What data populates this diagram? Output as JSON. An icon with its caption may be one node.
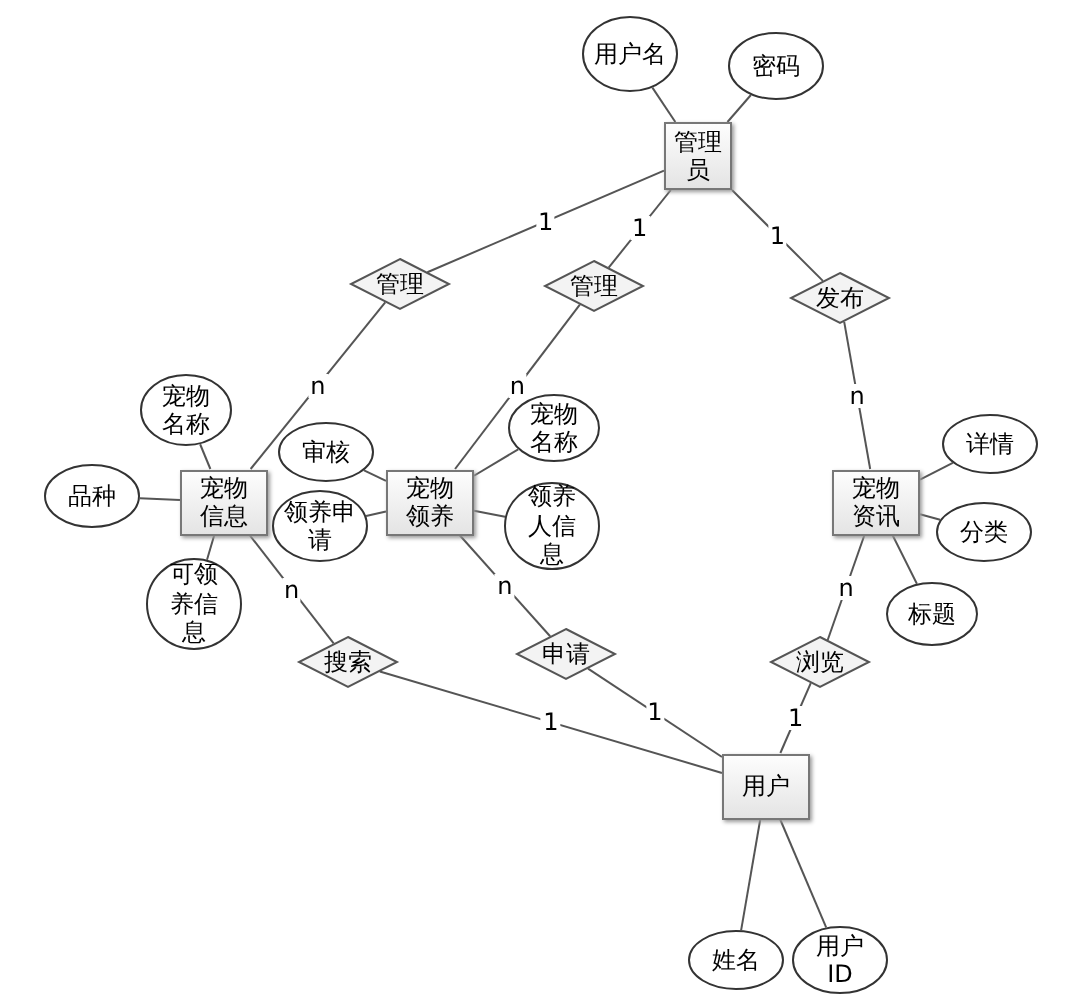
{
  "diagram": {
    "nodes": [
      {
        "text": [
          "用户名"
        ]
      },
      {
        "text": [
          "密码"
        ]
      },
      {
        "text": [
          "管理员"
        ]
      },
      {
        "text": [
          "管理"
        ]
      },
      {
        "text": [
          "管理"
        ]
      },
      {
        "text": [
          "发布"
        ]
      },
      {
        "text": [
          "宠物名称"
        ]
      },
      {
        "text": [
          "宠物信息"
        ]
      },
      {
        "text": [
          "审核"
        ]
      },
      {
        "text": [
          "宠物领养"
        ]
      },
      {
        "text": [
          "宠物名称"
        ]
      },
      {
        "text": [
          "品种"
        ]
      },
      {
        "text": [
          "领养申请"
        ]
      },
      {
        "text": [
          "领养人信息"
        ]
      },
      {
        "text": [
          "宠物资讯"
        ]
      },
      {
        "text": [
          "详情"
        ]
      },
      {
        "text": [
          "分类"
        ]
      },
      {
        "text": [
          "可领养信息"
        ]
      },
      {
        "text": [
          "标题"
        ]
      },
      {
        "text": [
          "搜索"
        ]
      },
      {
        "text": [
          "申请"
        ]
      },
      {
        "text": [
          "浏览"
        ]
      },
      {
        "text": [
          "用户"
        ]
      },
      {
        "text": [
          "姓名"
        ]
      },
      {
        "text": [
          "用户ID"
        ]
      }
    ],
    "edges": [
      {
        "from": 0,
        "to": 2,
        "arrow": "none"
      },
      {
        "from": 1,
        "to": 2,
        "arrow": "none"
      },
      {
        "from": 2,
        "to": 3,
        "arrow": "none",
        "label": "1"
      },
      {
        "from": 2,
        "to": 4,
        "arrow": "none",
        "label": "1"
      },
      {
        "from": 2,
        "to": 5,
        "arrow": "none",
        "label": "1"
      },
      {
        "from": 3,
        "to": 7,
        "arrow": "none",
        "label": "n"
      },
      {
        "from": 4,
        "to": 9,
        "arrow": "none",
        "label": "n"
      },
      {
        "from": 5,
        "to": 14,
        "arrow": "none",
        "label": "n"
      },
      {
        "from": 6,
        "to": 7,
        "arrow": "none"
      },
      {
        "from": 11,
        "to": 7,
        "arrow": "none"
      },
      {
        "from": 17,
        "to": 7,
        "arrow": "none"
      },
      {
        "from": 8,
        "to": 9,
        "arrow": "none"
      },
      {
        "from": 12,
        "to": 9,
        "arrow": "none"
      },
      {
        "from": 10,
        "to": 9,
        "arrow": "none"
      },
      {
        "from": 13,
        "to": 9,
        "arrow": "none"
      },
      {
        "from": 15,
        "to": 14,
        "arrow": "none"
      },
      {
        "from": 16,
        "to": 14,
        "arrow": "none"
      },
      {
        "from": 18,
        "to": 14,
        "arrow": "none"
      },
      {
        "from": 7,
        "to": 19,
        "arrow": "none",
        "label": "n"
      },
      {
        "from": 9,
        "to": 20,
        "arrow": "none",
        "label": "n"
      },
      {
        "from": 14,
        "to": 21,
        "arrow": "none",
        "label": "n"
      },
      {
        "from": 19,
        "to": 22,
        "arrow": "none",
        "label": "1"
      },
      {
        "from": 20,
        "to": 22,
        "arrow": "none",
        "label": "1"
      },
      {
        "from": 21,
        "to": 22,
        "arrow": "none",
        "label": "1"
      },
      {
        "from": 22,
        "to": 23,
        "arrow": "none"
      },
      {
        "from": 22,
        "to": 24,
        "arrow": "none"
      }
    ]
  }
}
